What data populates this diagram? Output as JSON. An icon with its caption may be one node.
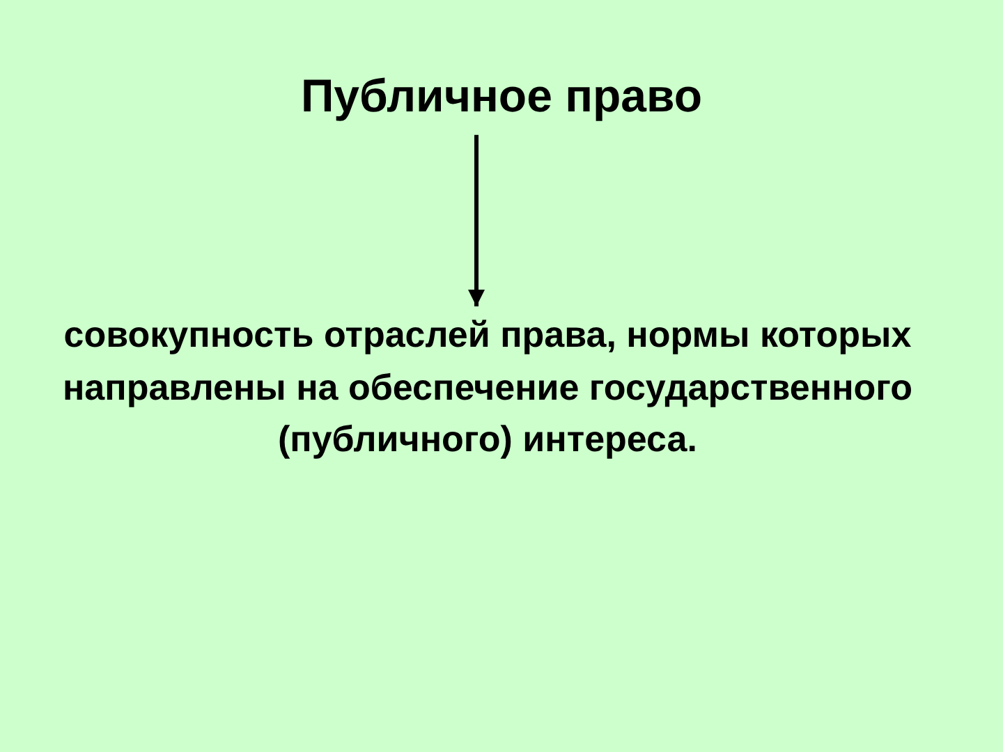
{
  "diagram": {
    "nodes": [
      {
        "text": [
          "Публичное право"
        ]
      },
      {
        "text": [
          "совокупность отраслей права, нормы которых направлены на обеспечение государственного (публичного) интереса."
        ]
      }
    ],
    "edges": [
      {
        "from": 0,
        "to": 1,
        "arrow": "to"
      }
    ]
  }
}
